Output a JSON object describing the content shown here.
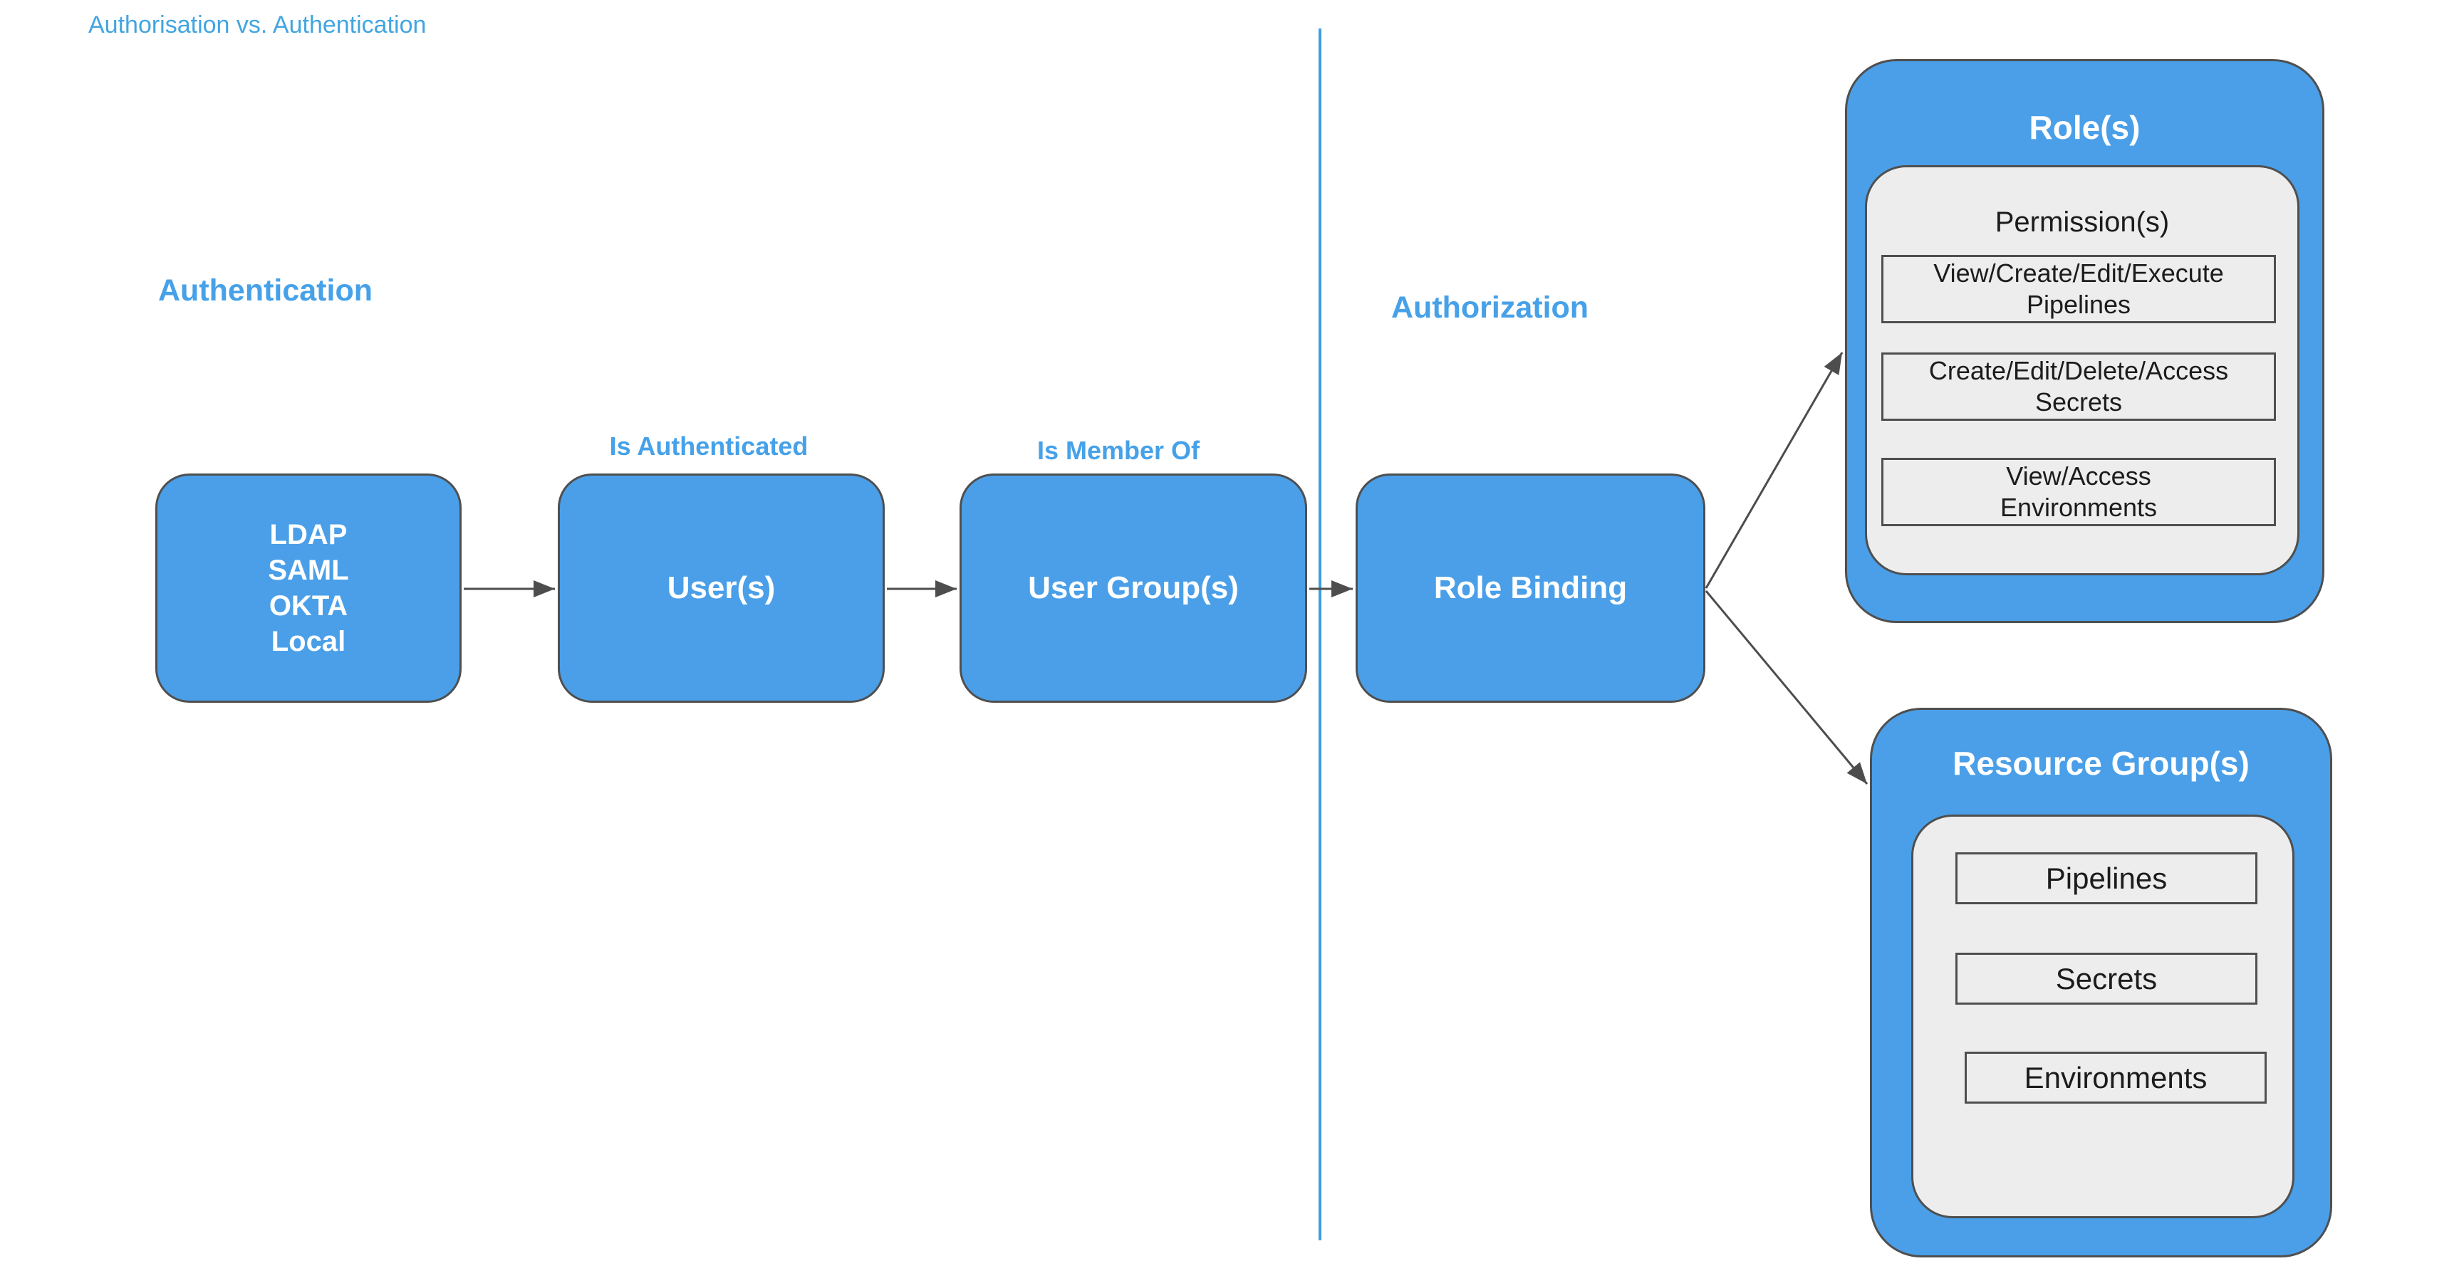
{
  "page": {
    "title": "Authorisation vs. Authentication"
  },
  "colors": {
    "box_blue": "#4A9FE8",
    "heading_blue": "#46A1E8",
    "title_blue": "#41A5E1",
    "divider_blue": "#3D9FDE",
    "border_dark": "#4F4F4F",
    "panel_gray": "#EDEDED",
    "arrow_gray": "#4D4D4D",
    "text_white": "#FFFFFF",
    "text_black": "#1C1C1C"
  },
  "headings": {
    "left": "Authentication",
    "right": "Authorization"
  },
  "edge_labels": {
    "is_authenticated": "Is Authenticated",
    "is_member_of": "Is Member Of"
  },
  "flow_boxes": {
    "identity_providers": {
      "lines": [
        "LDAP",
        "SAML",
        "OKTA",
        "Local"
      ]
    },
    "users": "User(s)",
    "user_groups": "User Group(s)",
    "role_binding": "Role Binding"
  },
  "roles": {
    "title": "Role(s)",
    "permissions_title": "Permission(s)",
    "permissions": [
      {
        "line1": "View/Create/Edit/Execute",
        "line2": "Pipelines"
      },
      {
        "line1": "Create/Edit/Delete/Access",
        "line2": "Secrets"
      },
      {
        "line1": "View/Access",
        "line2": "Environments"
      }
    ]
  },
  "resource_groups": {
    "title": "Resource Group(s)",
    "items": [
      "Pipelines",
      "Secrets",
      "Environments"
    ]
  }
}
